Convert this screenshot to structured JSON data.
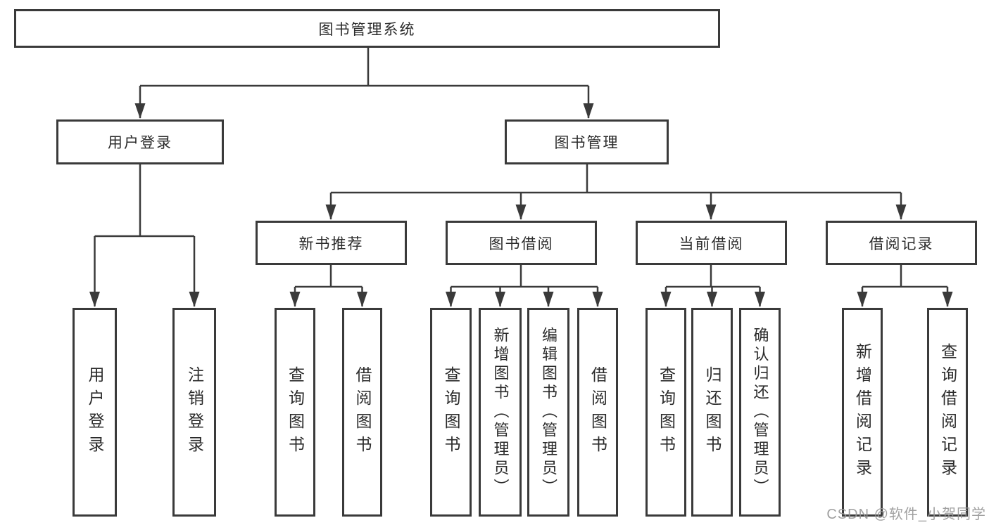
{
  "diagram_title": "图书管理系统",
  "nodes": {
    "root": "图书管理系统",
    "user_login": "用户登录",
    "book_mgmt": "图书管理",
    "new_book_rec": "新书推荐",
    "book_borrow": "图书借阅",
    "current_borrow": "当前借阅",
    "borrow_records": "借阅记录",
    "leaf_user_login": "用户登录",
    "leaf_logout": "注销登录",
    "leaf_rec_query": "查询图书",
    "leaf_rec_borrow": "借阅图书",
    "leaf_bb_query": "查询图书",
    "leaf_bb_add": "新增图书（管理员）",
    "leaf_bb_edit": "编辑图书（管理员）",
    "leaf_bb_borrow": "借阅图书",
    "leaf_cb_query": "查询图书",
    "leaf_cb_return": "归还图书",
    "leaf_cb_confirm": "确认归还（管理员）",
    "leaf_br_add": "新增借阅记录",
    "leaf_br_query": "查询借阅记录"
  },
  "watermark": "CSDN @软件_小贺同学",
  "colors": {
    "line": "#3a3a3a",
    "border": "#3a3a3a",
    "text": "#2b2b2b",
    "watermark": "#969696",
    "background": "#ffffff"
  }
}
